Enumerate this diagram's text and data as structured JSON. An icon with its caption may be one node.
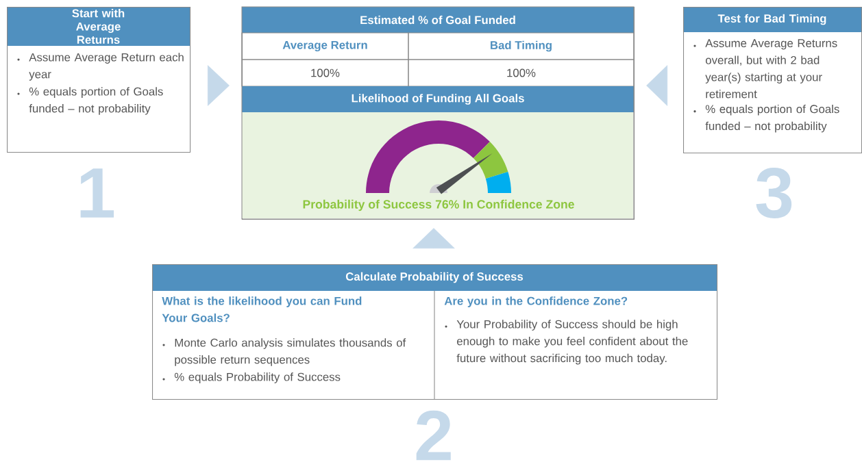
{
  "diagram": {
    "nodes": [
      {
        "text": [
          "Start with Average Returns",
          "Assume Average Return each year",
          "% equals portion of Goals funded – not probability"
        ],
        "beside": [
          "1"
        ]
      },
      {
        "text": [
          "Estimated % of Goal Funded",
          "Average Return",
          "Bad Timing",
          "100%",
          "100%",
          "Likelihood of Funding All Goals",
          "Probability of Success 76% In Confidence Zone"
        ]
      },
      {
        "text": [
          "Test for Bad Timing",
          "Assume Average Returns overall, but with 2 bad year(s) starting at your retirement",
          "% equals portion of Goals funded – not probability"
        ],
        "beside": [
          "3"
        ]
      },
      {
        "text": [
          "Calculate Probability of Success",
          "What is the likelihood you can Fund Your Goals?",
          "Monte Carlo analysis simulates thousands of possible return sequences",
          "% equals Probability of Success",
          "Are you in the Confidence Zone?",
          "Your Probability of Success should be high enough to make you feel confident about the future without sacrificing too much today."
        ],
        "beside": [
          "2"
        ]
      }
    ],
    "edges": [
      {
        "from": 0,
        "to": 1,
        "arrow": "to"
      },
      {
        "from": 2,
        "to": 1,
        "arrow": "to"
      },
      {
        "from": 3,
        "to": 1,
        "arrow": "to"
      }
    ]
  }
}
